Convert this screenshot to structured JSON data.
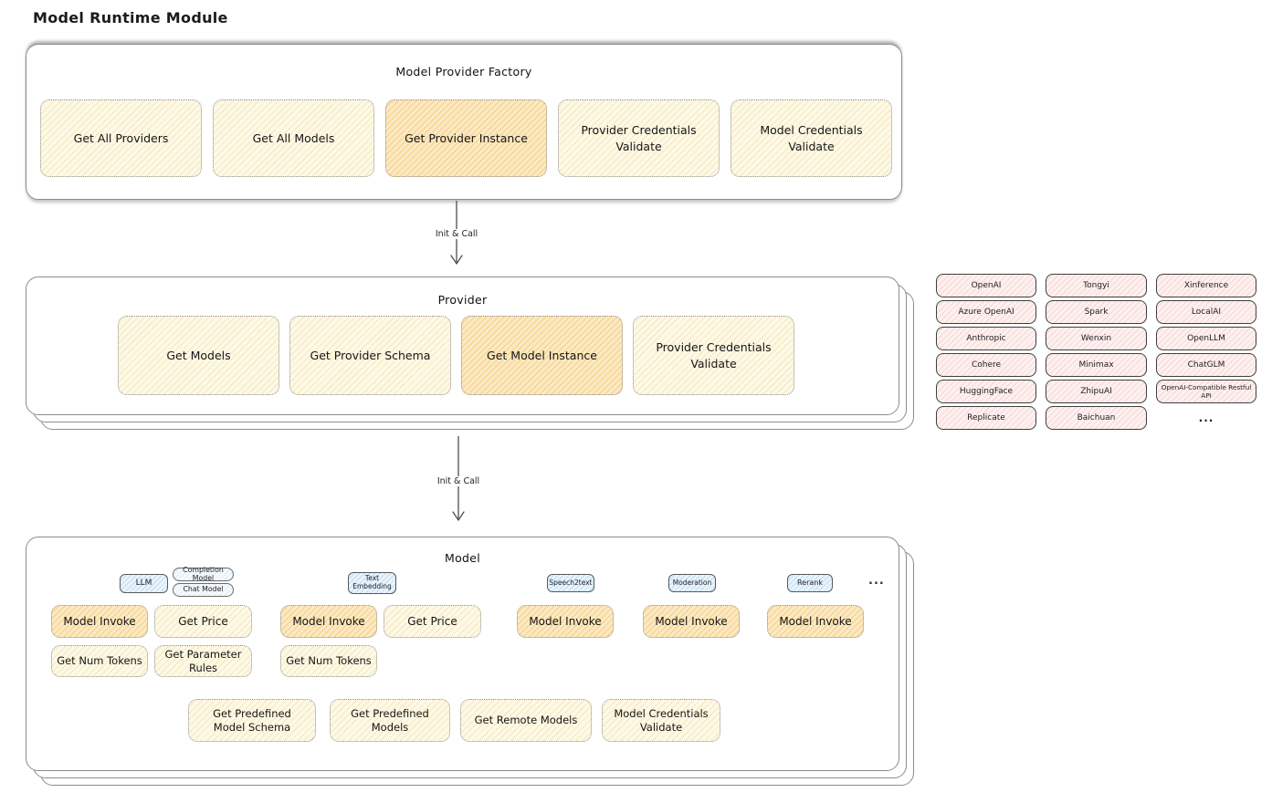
{
  "title": "Model Runtime Module",
  "palette": {
    "action_fill": "#fdf9e7",
    "action_highlight_fill": "#fbe9c2",
    "vendor_fill": "#fdf1f0",
    "type_tag_fill": "#eaf4fc",
    "panel_border": "#8c8c8c",
    "card_border_dotted": "#8f8f8f",
    "text": "#1b1b1b"
  },
  "factory": {
    "title": "Model Provider Factory",
    "items": [
      {
        "label": "Get All Providers",
        "highlight": false
      },
      {
        "label": "Get All Models",
        "highlight": false
      },
      {
        "label": "Get Provider Instance",
        "highlight": true
      },
      {
        "label": "Provider Credentials Validate",
        "highlight": false
      },
      {
        "label": "Model Credentials Validate",
        "highlight": false
      }
    ]
  },
  "arrow1": {
    "label": "Init & Call"
  },
  "arrow2": {
    "label": "Init & Call"
  },
  "provider": {
    "title": "Provider",
    "items": [
      {
        "label": "Get Models",
        "highlight": false
      },
      {
        "label": "Get Provider Schema",
        "highlight": false
      },
      {
        "label": "Get Model Instance",
        "highlight": true
      },
      {
        "label": "Provider Credentials Validate",
        "highlight": false
      }
    ]
  },
  "vendors": {
    "rows": [
      {
        "c1": "OpenAI",
        "c2": "Tongyi",
        "c3": "Xinference"
      },
      {
        "c1": "Azure OpenAI",
        "c2": "Spark",
        "c3": "LocalAI"
      },
      {
        "c1": "Anthropic",
        "c2": "Wenxin",
        "c3": "OpenLLM"
      },
      {
        "c1": "Cohere",
        "c2": "Minimax",
        "c3": "ChatGLM"
      },
      {
        "c1": "HuggingFace",
        "c2": "ZhipuAI",
        "c3": "OpenAI-Compatible Restful API"
      },
      {
        "c1": "Replicate",
        "c2": "Baichuan",
        "c3": "..."
      }
    ]
  },
  "model": {
    "title": "Model",
    "tags": {
      "llm": "LLM",
      "completion": "Completion Model",
      "chat": "Chat Model",
      "text_embedding": "Text Embedding",
      "speech2text": "Speech2text",
      "moderation": "Moderation",
      "rerank": "Rerank",
      "more": "..."
    },
    "llm": {
      "invoke": "Model Invoke",
      "get_price": "Get Price",
      "get_num_tokens": "Get Num Tokens",
      "get_parameter_rules": "Get Parameter Rules"
    },
    "text_embedding": {
      "invoke": "Model Invoke",
      "get_price": "Get Price",
      "get_num_tokens": "Get Num Tokens"
    },
    "speech2text": {
      "invoke": "Model Invoke"
    },
    "moderation": {
      "invoke": "Model Invoke"
    },
    "rerank": {
      "invoke": "Model Invoke"
    },
    "bottom": {
      "get_predefined_model_schema": "Get Predefined Model Schema",
      "get_predefined_models": "Get Predefined Models",
      "get_remote_models": "Get Remote Models",
      "model_credentials_validate": "Model Credentials Validate"
    }
  }
}
